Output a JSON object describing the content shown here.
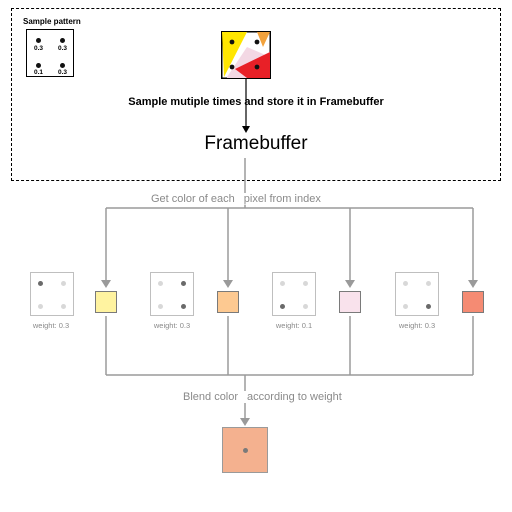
{
  "sample_pattern": {
    "title": "Sample pattern",
    "weights": [
      "0.3",
      "0.3",
      "0.1",
      "0.3"
    ]
  },
  "captions": {
    "sample": "Sample mutiple times and store it in Framebuffer",
    "framebuffer": "Framebuffer",
    "get_color_part1": "Get color of each",
    "get_color_part2": "pixel from index",
    "blend_part1": "Blend color",
    "blend_part2": "according to weight"
  },
  "samples": [
    {
      "weight_label": "weight: 0.3",
      "color": "#fff3a0"
    },
    {
      "weight_label": "weight: 0.3",
      "color": "#fdc991"
    },
    {
      "weight_label": "weight: 0.1",
      "color": "#f9e2ec"
    },
    {
      "weight_label": "weight: 0.3",
      "color": "#f58b73"
    }
  ],
  "result": {
    "color": "#f4b18f"
  },
  "colors": {
    "flow_line": "#9a9a9a",
    "dot_active": "#6a6a6a",
    "dot_inactive": "#d8d8d8"
  }
}
